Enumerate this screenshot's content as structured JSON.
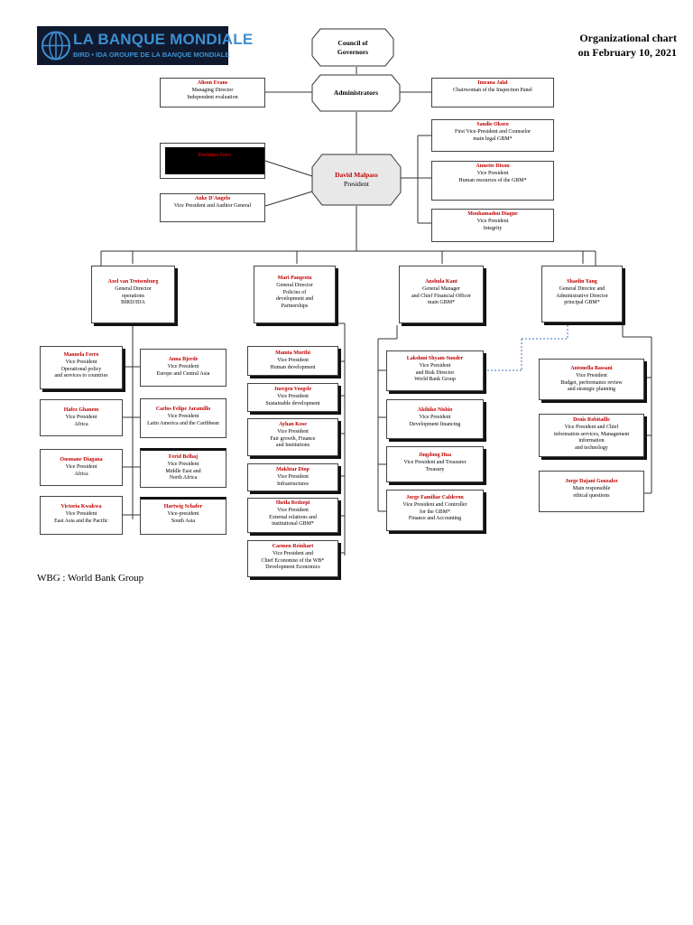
{
  "logo": {
    "name": "LA BANQUE MONDIALE",
    "tagline": "BIRD • IDA   GROUPE DE LA BANQUE MONDIALE"
  },
  "heading": {
    "line1": "Organizational chart",
    "line2": "on February 10, 2021"
  },
  "top": {
    "council": "Council of\nGovernors",
    "administrators": "Administrators"
  },
  "president": {
    "name": "David Malpass",
    "title": "President"
  },
  "left_side": [
    {
      "name": "Alison Evans",
      "title": "Managing Director\nIndependent evaluation"
    },
    {
      "name": "Dorimus Gors",
      "title": ""
    },
    {
      "name": "Anke D'Angelo",
      "title": "Vice President and Auditor General"
    }
  ],
  "right_side": [
    {
      "name": "Imrana Jalal",
      "title": "Chairwoman of the Inspection Panel"
    },
    {
      "name": "Sandie Okoro",
      "title": "First Vice-President and Counselor\nmain legal GBM*"
    },
    {
      "name": "Annette Dixon",
      "title": "Vice President\nHuman resources of the GBM*"
    },
    {
      "name": "Mouhamadou Diagne",
      "title": "Vice President\nIntegrity"
    }
  ],
  "directors": [
    {
      "name": "Axel van Trotsenburg",
      "title": "General Director\noperations\nBIRD/IDA"
    },
    {
      "name": "Mari Pangestu",
      "title": "General Director\nPolicies of\ndevelopment and\nPartnerships"
    },
    {
      "name": "Anshula Kant",
      "title": "General Manager\nand Chief Financial Officer\nmain GBM*"
    },
    {
      "name": "Shaolin Yang",
      "title": "General Director and\nAdministrative Director\nprincipal GBM*"
    }
  ],
  "col1a": [
    {
      "name": "Manuela Ferro",
      "title": "Vice President\nOperational policy\nand services to countries"
    },
    {
      "name": "Hafez Ghanem",
      "title": "Vice President\nAfrica"
    },
    {
      "name": "Ousmane Diagana",
      "title": "Vice President\nAfrica"
    },
    {
      "name": "Victoria Kwakwa",
      "title": "Vice President\nEast Asia and the Pacific"
    }
  ],
  "col1b": [
    {
      "name": "Anna Bjerde",
      "title": "Vice President\nEurope and Central Asia"
    },
    {
      "name": "Carlos Felipe Jaramillo",
      "title": "Vice President\nLatin America and the Caribbean"
    },
    {
      "name": "Ferid Belhaj",
      "title": "Vice President\nMiddle East and\nNorth Africa"
    },
    {
      "name": "Hartwig Schafer",
      "title": "Vice-president\nSouth Asia"
    }
  ],
  "col2": [
    {
      "name": "Mamta Murthi",
      "title": "Vice President\nHuman development"
    },
    {
      "name": "Juergen Voegele",
      "title": "Vice President\nSustainable development"
    },
    {
      "name": "Ayhan Kose",
      "title": "Vice President\nFair growth, Finance\nand Institutions"
    },
    {
      "name": "Makhtar Diop",
      "title": "Vice President\nInfrastructures"
    },
    {
      "name": "Sheila Redzepi",
      "title": "Vice President\nExternal relations and\ninstitutional GBM*"
    },
    {
      "name": "Carmen Reinhart",
      "title": "Vice President and\nChief Economist of the WB*\nDevelopment Economics"
    }
  ],
  "col3": [
    {
      "name": "Lakshmi Shyam-Sunder",
      "title": "Vice President\nand Risk Director\nWorld Bank Group"
    },
    {
      "name": "Akihiko Nishio",
      "title": "Vice President\nDevelopment financing"
    },
    {
      "name": "Jingdong Hua",
      "title": "Vice President and Treasurer\nTreasury"
    },
    {
      "name": "Jorge Familiar Calderon",
      "title": "Vice President and Controller\nfor the GBM*\nFinance and Accounting"
    }
  ],
  "col4": [
    {
      "name": "Antonella Bassani",
      "title": "Vice President\nBudget, performance review\nand strategic planning"
    },
    {
      "name": "Denis Robitaille",
      "title": "Vice President and Chief\ninformation services, Management\ninformation\nand technology"
    },
    {
      "name": "Jorge Dajani Gonzalez",
      "title": "Main responsible\nethical questions"
    }
  ],
  "footnote": "WBG : World Bank Group"
}
